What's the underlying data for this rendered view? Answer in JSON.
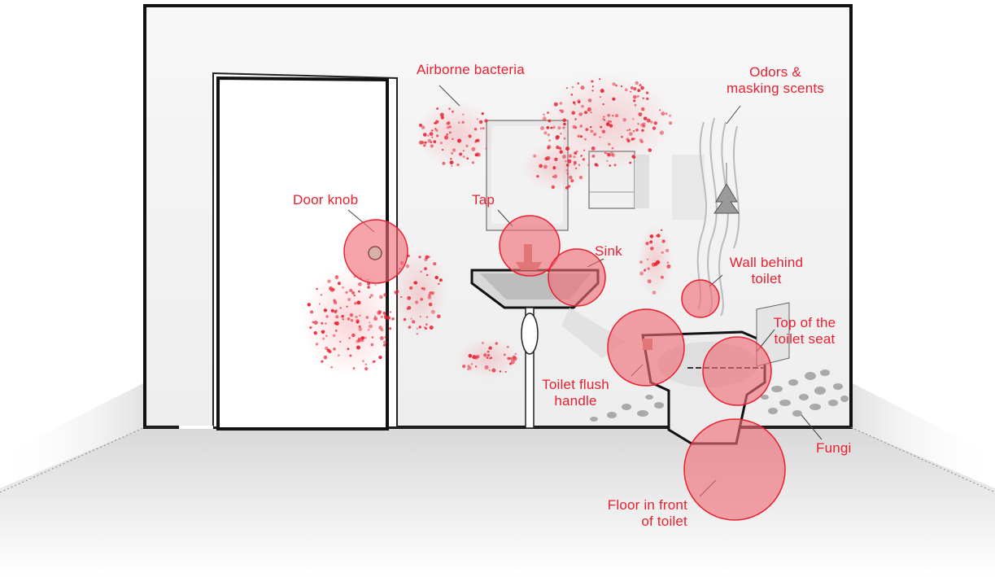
{
  "colors": {
    "accent": "#e8202f",
    "hotspot_fill": "#f06a76",
    "wall": "#f4f4f4",
    "floor": "#e6e6e6",
    "outline": "#111111"
  },
  "hotspots": {
    "airborne_bacteria": {
      "label": "Airborne bacteria"
    },
    "odors": {
      "lines": [
        "Odors &",
        "masking scents"
      ]
    },
    "door_knob": {
      "label": "Door knob"
    },
    "tap": {
      "label": "Tap"
    },
    "sink": {
      "label": "Sink"
    },
    "wall_behind_toilet": {
      "lines": [
        "Wall behind",
        "toilet"
      ]
    },
    "toilet_seat_top": {
      "lines": [
        "Top of the",
        "toilet seat"
      ]
    },
    "flush_handle": {
      "lines": [
        "Toilet flush",
        "handle"
      ]
    },
    "fungi": {
      "label": "Fungi"
    },
    "floor_front": {
      "lines": [
        "Floor in front",
        "of toilet"
      ]
    }
  },
  "icons": {
    "air_freshener": "pine-tree-air-freshener-icon"
  }
}
